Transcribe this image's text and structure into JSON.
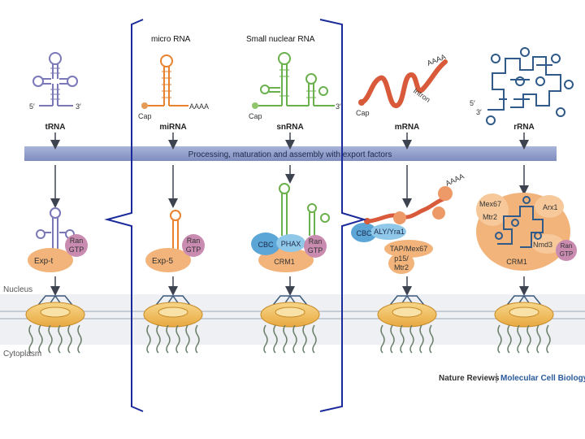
{
  "annotations": {
    "bracket_left_label": "micro RNA",
    "bracket_right_label": "Small nuclear RNA"
  },
  "processing_bar": "Processing, maturation and assembly with export factors",
  "compartments": {
    "nucleus": "Nucleus",
    "cytoplasm": "Cytoplasm"
  },
  "credit": {
    "publisher": "Nature Reviews",
    "journal": "Molecular Cell Biology"
  },
  "rna_types": [
    {
      "name": "tRNA",
      "end5": "5′",
      "end3": "3′"
    },
    {
      "name": "miRNA",
      "cap": "Cap",
      "tail": "AAAA"
    },
    {
      "name": "snRNA",
      "cap": "Cap",
      "end3": "3′"
    },
    {
      "name": "mRNA",
      "cap": "Cap",
      "tail": "AAAA",
      "intron": "Intron"
    },
    {
      "name": "rRNA",
      "end5": "5′",
      "end3": "3′"
    }
  ],
  "export_complexes": {
    "trna": {
      "exportin": "Exp-t",
      "ran1": "Ran",
      "ran2": "GTP"
    },
    "mirna": {
      "exportin": "Exp-5",
      "ran1": "Ran",
      "ran2": "GTP"
    },
    "snrna": {
      "cbc": "CBC",
      "phax": "PHAX",
      "crm1": "CRM1",
      "ran1": "Ran",
      "ran2": "GTP"
    },
    "mrna": {
      "tail": "AAAA",
      "cbc": "CBC",
      "aly": "ALY/Yra1",
      "tap": "TAP/Mex67",
      "p15_1": "p15/",
      "p15_2": "Mtr2"
    },
    "rrna": {
      "mex67": "Mex67",
      "mtr2": "Mtr2",
      "arx1": "Arx1",
      "nmd3": "Nmd3",
      "crm1": "CRM1",
      "ran1": "Ran",
      "ran2": "GTP"
    }
  },
  "colors": {
    "trna": "#7b78b8",
    "mirna": "#e8822e",
    "snrna": "#6ab04c",
    "mrna": "#d95a3a",
    "rrna": "#2f5a8a",
    "bar": "#8e9cc8",
    "bracket": "#1a2a9a",
    "pore": "#f0c060",
    "exportin": "#f2b47a",
    "ran": "#c98bb0",
    "cbc": "#5ba6d6"
  }
}
